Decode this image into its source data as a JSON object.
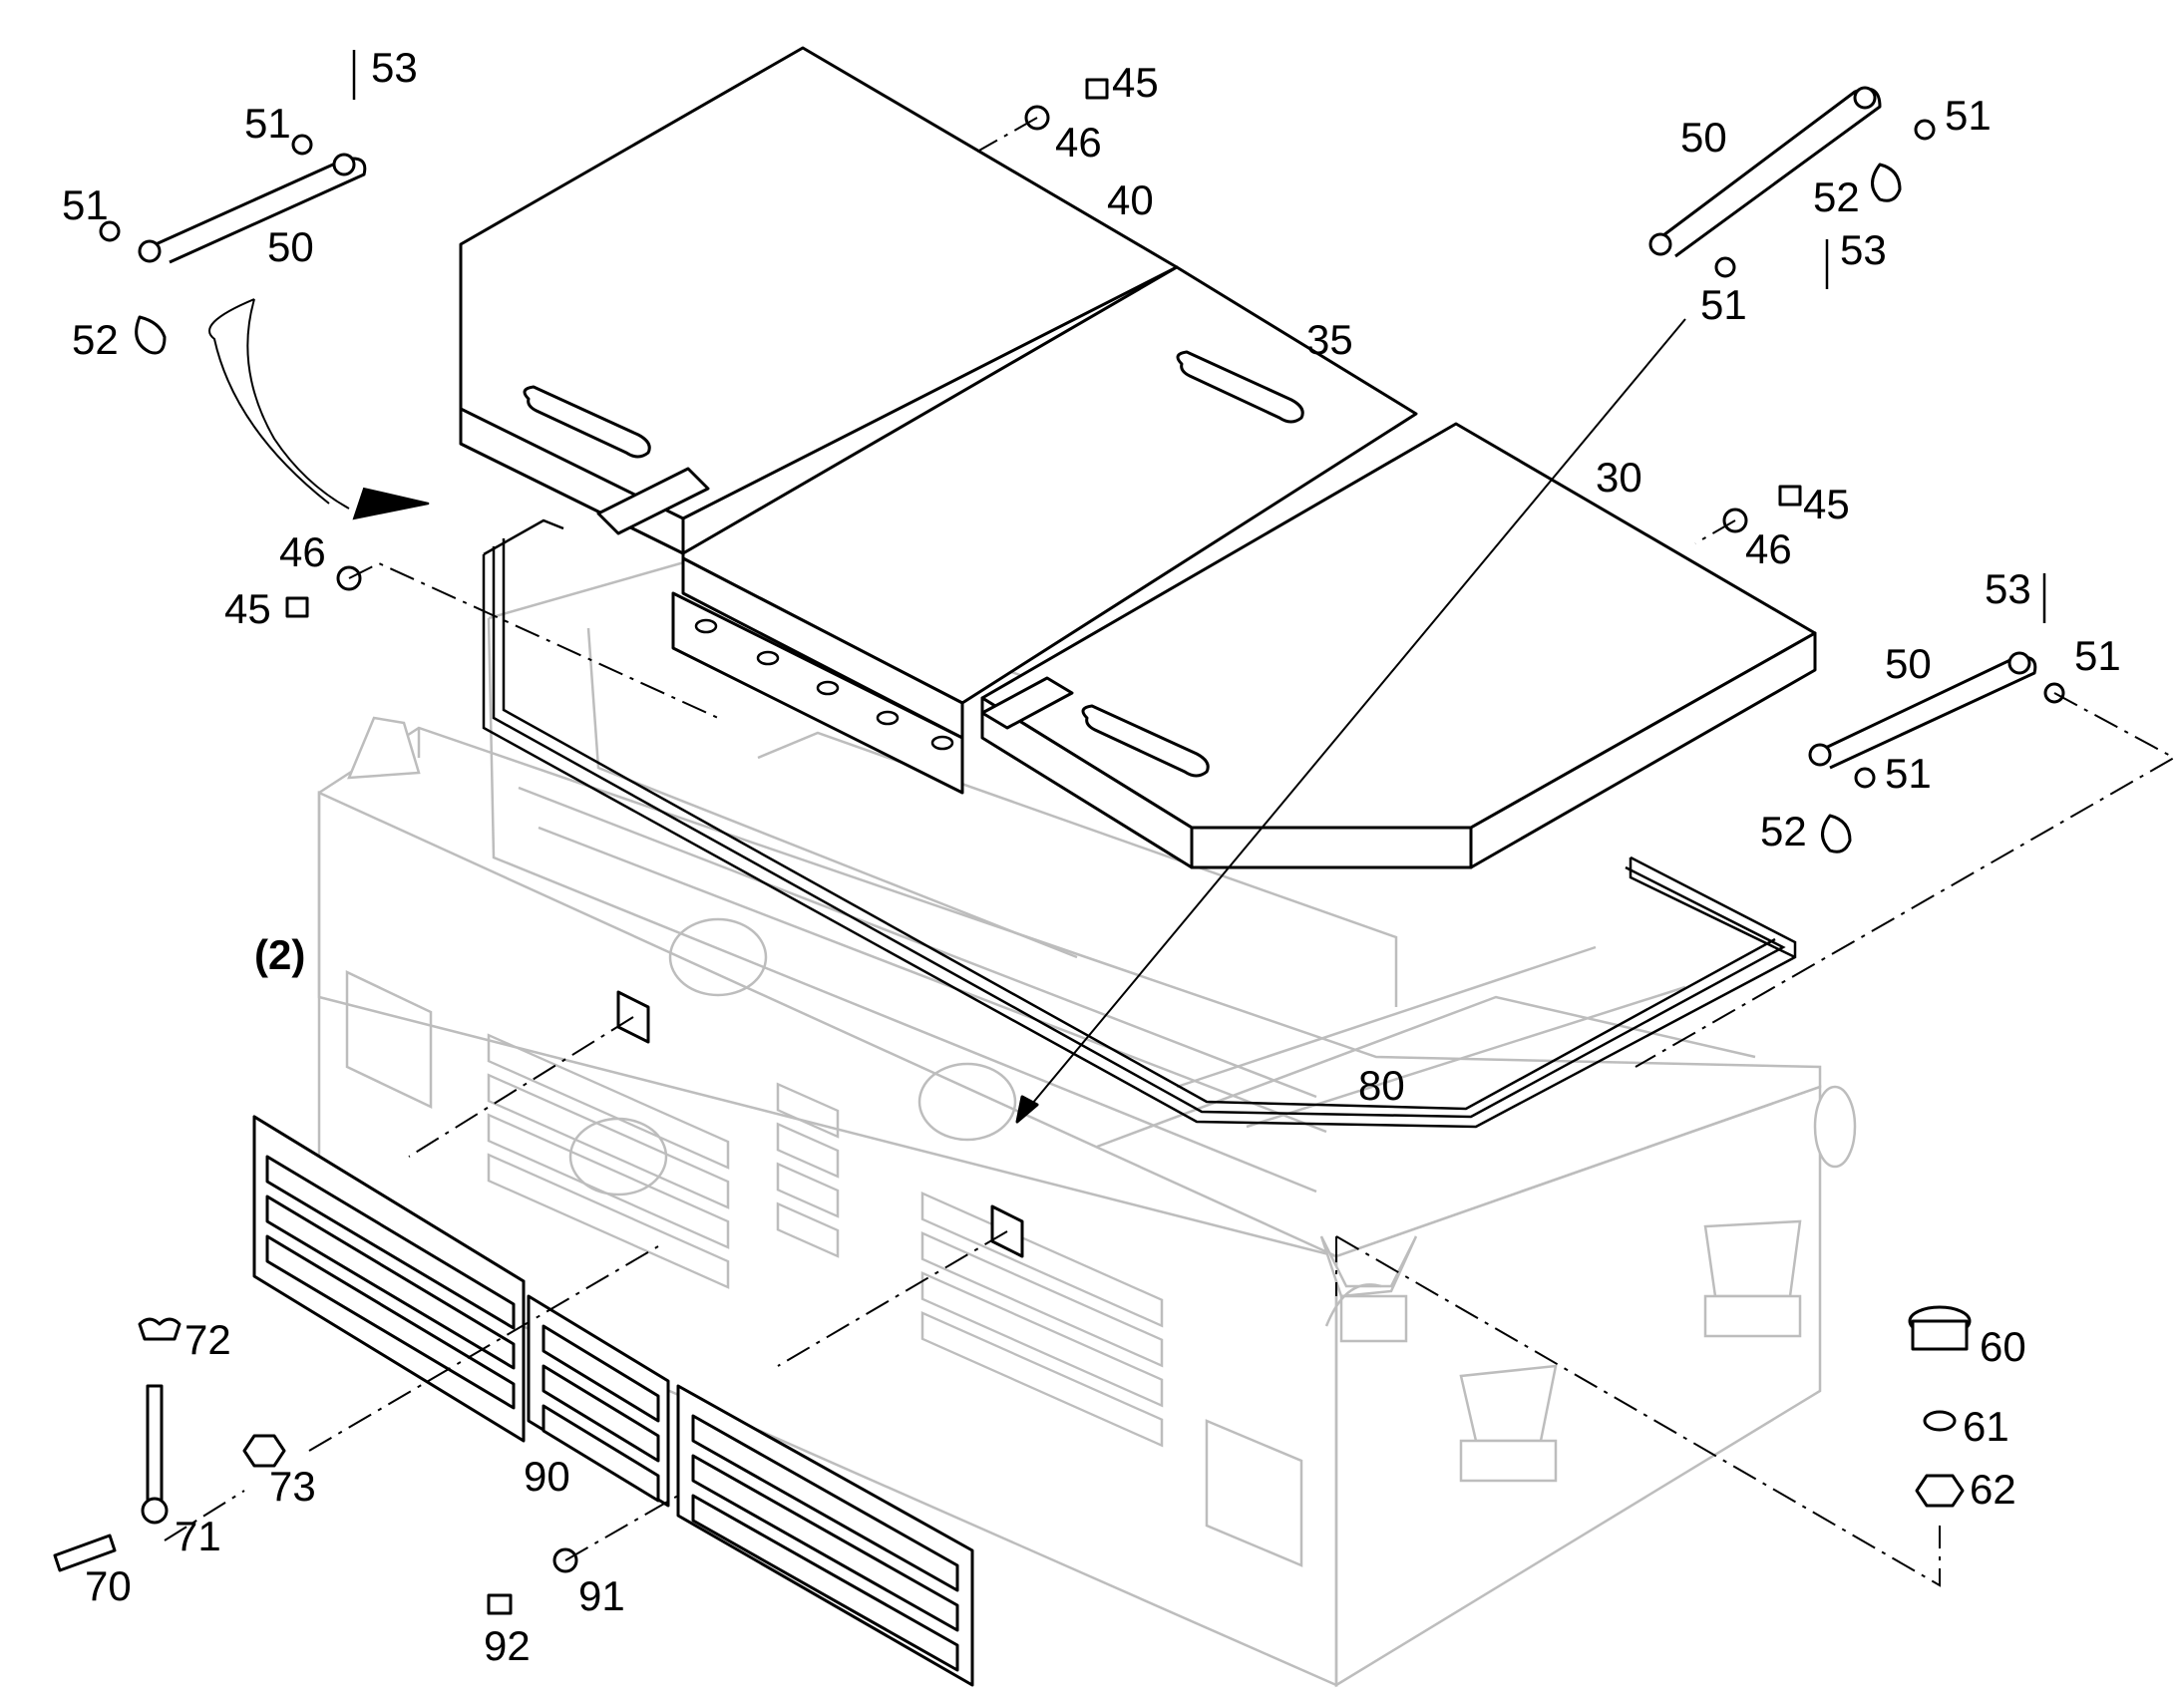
{
  "labels": [
    {
      "id": "53a",
      "text": "53"
    },
    {
      "id": "51a",
      "text": "51"
    },
    {
      "id": "51b",
      "text": "51"
    },
    {
      "id": "50a",
      "text": "50"
    },
    {
      "id": "52a",
      "text": "52"
    },
    {
      "id": "45a",
      "text": "45"
    },
    {
      "id": "46a",
      "text": "46"
    },
    {
      "id": "40",
      "text": "40"
    },
    {
      "id": "35",
      "text": "35"
    },
    {
      "id": "30",
      "text": "30"
    },
    {
      "id": "50b",
      "text": "50"
    },
    {
      "id": "51c",
      "text": "51"
    },
    {
      "id": "52b",
      "text": "52"
    },
    {
      "id": "53b",
      "text": "53"
    },
    {
      "id": "51d",
      "text": "51"
    },
    {
      "id": "45b",
      "text": "45"
    },
    {
      "id": "46b",
      "text": "46"
    },
    {
      "id": "46c",
      "text": "46"
    },
    {
      "id": "45c",
      "text": "45"
    },
    {
      "id": "53c",
      "text": "53"
    },
    {
      "id": "50c",
      "text": "50"
    },
    {
      "id": "51e",
      "text": "51"
    },
    {
      "id": "51f",
      "text": "51"
    },
    {
      "id": "52c",
      "text": "52"
    },
    {
      "id": "ref2",
      "text": "(2)"
    },
    {
      "id": "80",
      "text": "80"
    },
    {
      "id": "72",
      "text": "72"
    },
    {
      "id": "73",
      "text": "73"
    },
    {
      "id": "71",
      "text": "71"
    },
    {
      "id": "70",
      "text": "70"
    },
    {
      "id": "90",
      "text": "90"
    },
    {
      "id": "91",
      "text": "91"
    },
    {
      "id": "92",
      "text": "92"
    },
    {
      "id": "60",
      "text": "60"
    },
    {
      "id": "61",
      "text": "61"
    },
    {
      "id": "62",
      "text": "62"
    }
  ]
}
